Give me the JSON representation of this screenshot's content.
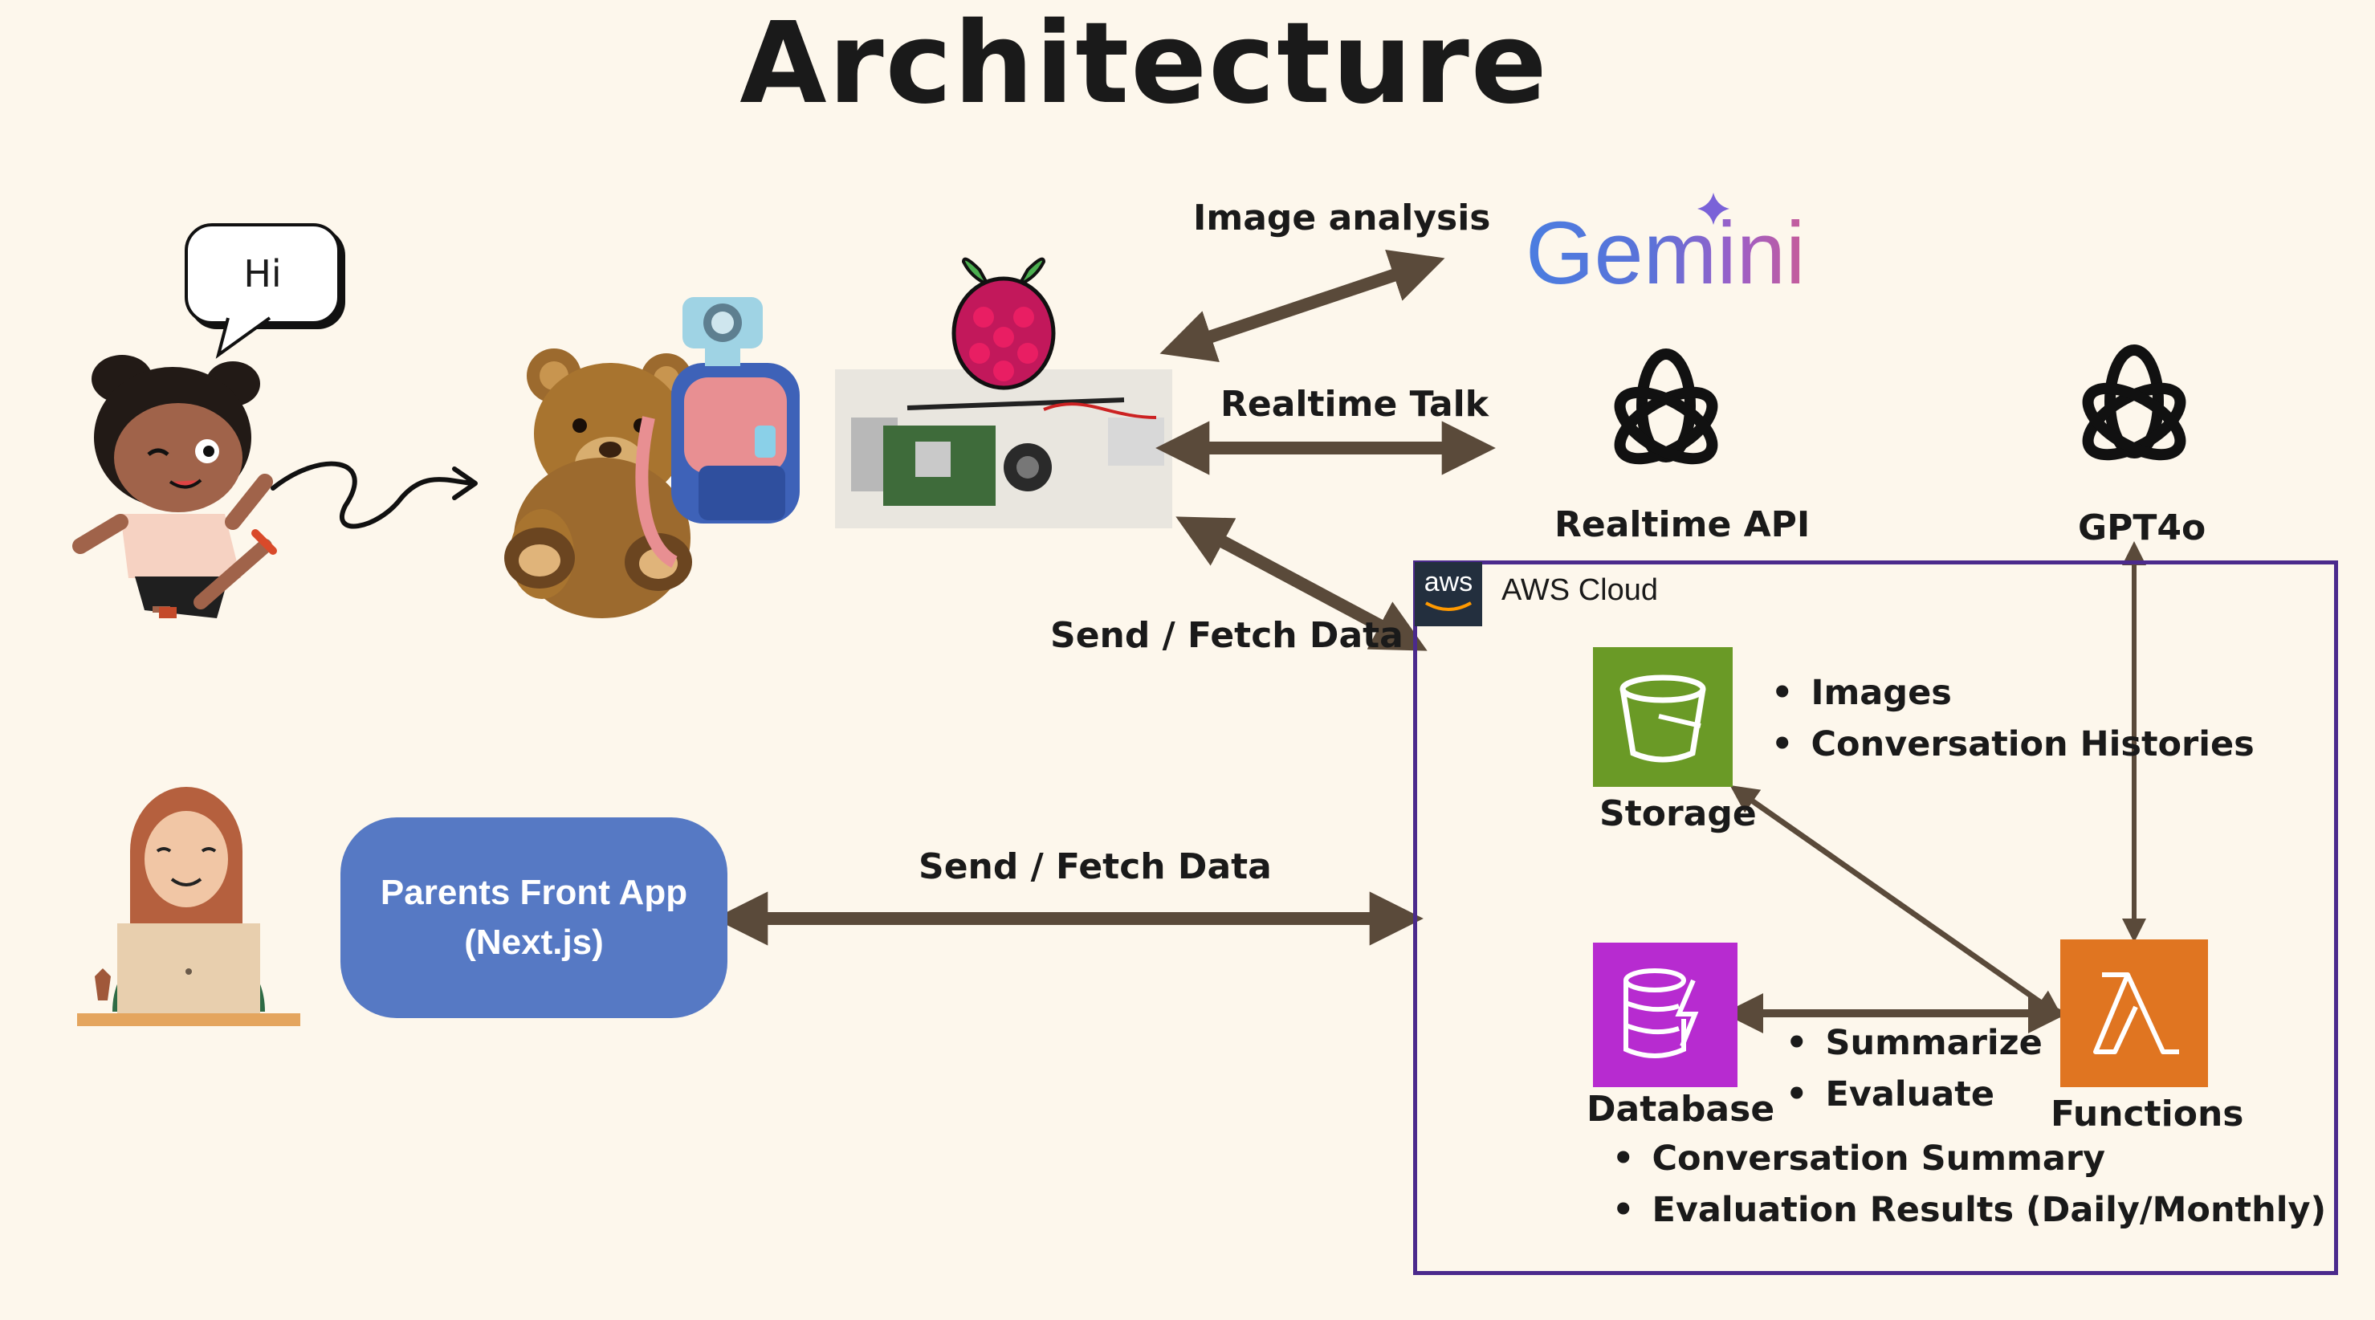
{
  "title": "Architecture",
  "speech_bubble": "Hi",
  "arrow_labels": {
    "image_analysis": "Image analysis",
    "realtime_talk": "Realtime Talk",
    "send_fetch_device": "Send / Fetch Data",
    "send_fetch_app": "Send / Fetch Data"
  },
  "external": {
    "gemini": "Gemini",
    "realtime_api": "Realtime API",
    "gpt4o": "GPT4o"
  },
  "parents_app": {
    "line1": "Parents Front App",
    "line2": "(Next.js)"
  },
  "aws": {
    "logo": "aws",
    "title": "AWS Cloud",
    "storage": {
      "label": "Storage",
      "items": [
        "Images",
        "Conversation Histories"
      ]
    },
    "database": {
      "label": "Database",
      "items": [
        "Conversation  Summary",
        "Evaluation Results (Daily/Monthly)"
      ]
    },
    "functions": {
      "label": "Functions",
      "items": [
        "Summarize",
        "Evaluate"
      ]
    }
  },
  "colors": {
    "background": "#fdf7ec",
    "arrow": "#5a4a3a",
    "parents_app": "#5679c4",
    "aws_border": "#4b2a8c",
    "storage": "#6a9a26",
    "database": "#b72bd0",
    "functions": "#e07521",
    "openai": "#111111"
  },
  "icons": [
    "raspberry-pi-logo",
    "openai-logo",
    "bucket-icon",
    "dynamodb-icon",
    "lambda-icon",
    "camera-icon"
  ]
}
